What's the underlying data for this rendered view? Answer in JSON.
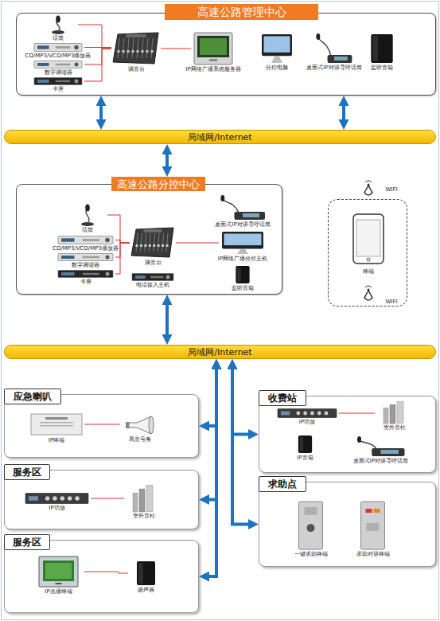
{
  "diagram": {
    "nodes": [
      {
        "text": [
          "高速公路管理中心"
        ]
      },
      {
        "text": [
          "话筒"
        ],
        "in": 0
      },
      {
        "text": [
          "CD/MP3/VCD/MP3播放器"
        ],
        "in": 0
      },
      {
        "text": [
          "数字调谐器"
        ],
        "in": 0
      },
      {
        "text": [
          "卡座"
        ],
        "in": 0
      },
      {
        "text": [
          "调音台"
        ],
        "in": 0
      },
      {
        "text": [
          "IP网络广播系统服务器"
        ],
        "in": 0
      },
      {
        "text": [
          "分控电脑"
        ],
        "in": 0
      },
      {
        "text": [
          "桌面式IP对讲寻呼话筒"
        ],
        "in": 0
      },
      {
        "text": [
          "监听音箱"
        ],
        "in": 0
      },
      {
        "text": [
          "局域网/Internet"
        ]
      },
      {
        "text": [
          "高速公路分控中心"
        ]
      },
      {
        "text": [
          "话筒"
        ],
        "in": 11
      },
      {
        "text": [
          "CD/MP3/VCD/MP3播放器"
        ],
        "in": 11
      },
      {
        "text": [
          "数字调谐器"
        ],
        "in": 11
      },
      {
        "text": [
          "卡座"
        ],
        "in": 11
      },
      {
        "text": [
          "调音台"
        ],
        "in": 11
      },
      {
        "text": [
          "电话接入主机"
        ],
        "in": 11
      },
      {
        "text": [
          "桌面式IP对讲寻呼话筒"
        ],
        "in": 11
      },
      {
        "text": [
          "IP网络广播分控主机"
        ],
        "in": 11
      },
      {
        "text": [
          "监听音箱"
        ],
        "in": 11
      },
      {
        "text": [
          "WIFI",
          "终端",
          "WIFI"
        ]
      },
      {
        "text": [
          "局域网/Internet"
        ]
      },
      {
        "text": [
          "应急喇叭"
        ]
      },
      {
        "text": [
          "IP终端"
        ],
        "in": 23
      },
      {
        "text": [
          "高音号角"
        ],
        "in": 23
      },
      {
        "text": [
          "服务区"
        ]
      },
      {
        "text": [
          "IP功放"
        ],
        "in": 26
      },
      {
        "text": [
          "室外音柱"
        ],
        "in": 26
      },
      {
        "text": [
          "服务区"
        ]
      },
      {
        "text": [
          "IP点播终端"
        ],
        "in": 29
      },
      {
        "text": [
          "扬声器"
        ],
        "in": 29
      },
      {
        "text": [
          "收费站"
        ]
      },
      {
        "text": [
          "IP功放"
        ],
        "in": 32
      },
      {
        "text": [
          "室外音柱"
        ],
        "in": 32
      },
      {
        "text": [
          "IP音箱"
        ],
        "in": 32
      },
      {
        "text": [
          "桌面式IP对讲寻呼话筒"
        ],
        "in": 32
      },
      {
        "text": [
          "求助点"
        ]
      },
      {
        "text": [
          "一键求助终端"
        ],
        "in": 37
      },
      {
        "text": [
          "求助对讲终端"
        ],
        "in": 37
      }
    ],
    "edges": [
      {
        "from": 1,
        "to": 5,
        "arrow": "none"
      },
      {
        "from": 2,
        "to": 5,
        "arrow": "none"
      },
      {
        "from": 3,
        "to": 5,
        "arrow": "none"
      },
      {
        "from": 4,
        "to": 5,
        "arrow": "none"
      },
      {
        "from": 5,
        "to": 6,
        "arrow": "none"
      },
      {
        "from": 0,
        "to": 10,
        "arrow": "both"
      },
      {
        "from": 0,
        "to": 10,
        "arrow": "both"
      },
      {
        "from": 10,
        "to": 11,
        "arrow": "both"
      },
      {
        "from": 12,
        "to": 16,
        "arrow": "none"
      },
      {
        "from": 13,
        "to": 16,
        "arrow": "none"
      },
      {
        "from": 14,
        "to": 16,
        "arrow": "none"
      },
      {
        "from": 15,
        "to": 16,
        "arrow": "none"
      },
      {
        "from": 16,
        "to": 19,
        "arrow": "none"
      },
      {
        "from": 11,
        "to": 22,
        "arrow": "both"
      },
      {
        "from": 22,
        "to": 23,
        "arrow": "both"
      },
      {
        "from": 22,
        "to": 26,
        "arrow": "both"
      },
      {
        "from": 22,
        "to": 29,
        "arrow": "both"
      },
      {
        "from": 22,
        "to": 32,
        "arrow": "both"
      },
      {
        "from": 22,
        "to": 37,
        "arrow": "both"
      },
      {
        "from": 24,
        "to": 25,
        "arrow": "none"
      },
      {
        "from": 27,
        "to": 28,
        "arrow": "none"
      },
      {
        "from": 30,
        "to": 31,
        "arrow": "none"
      },
      {
        "from": 33,
        "to": 34,
        "arrow": "none"
      }
    ]
  }
}
